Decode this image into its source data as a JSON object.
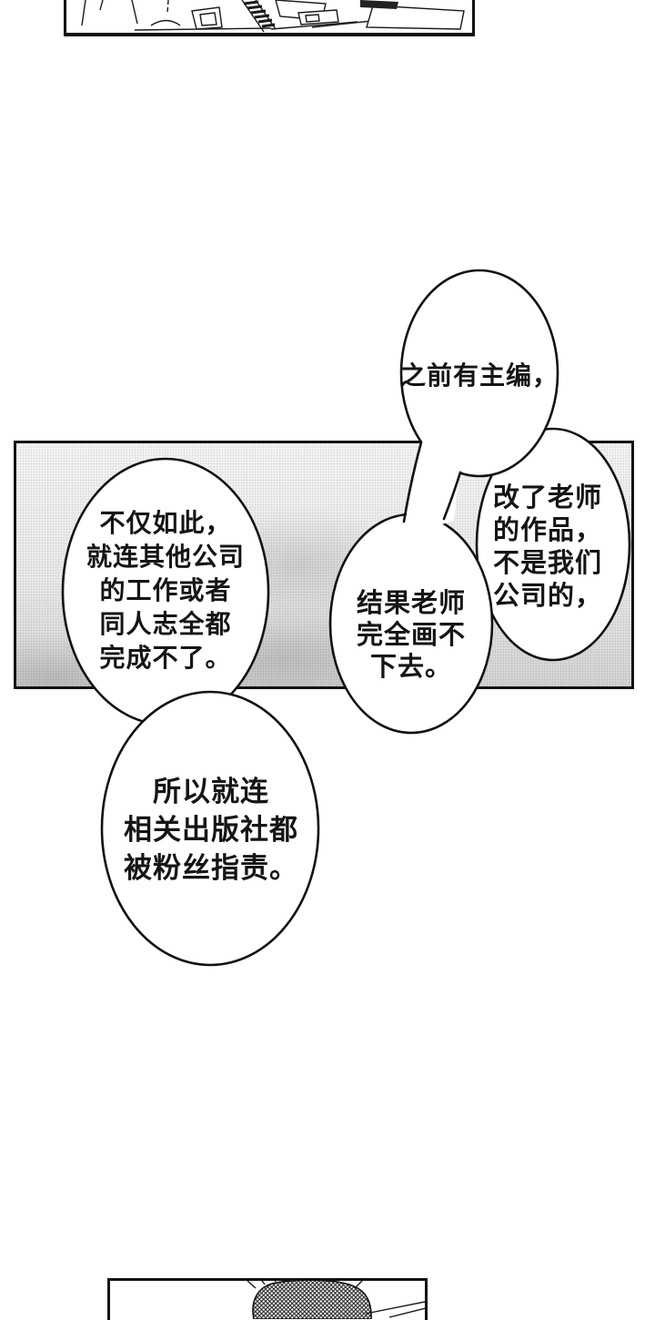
{
  "page": {
    "background_color": "#ffffff",
    "ink_color": "#151515",
    "panel_tone_color": "#e9e9e9"
  },
  "bubbles": {
    "b1": {
      "lines": [
        "之前有主编，"
      ]
    },
    "b2": {
      "lines": [
        "改了老师",
        "的作品，",
        "不是我们",
        "公司的，"
      ]
    },
    "b3": {
      "lines": [
        "结果老师",
        "完全画不",
        "下去。"
      ]
    },
    "b4": {
      "lines": [
        "不仅如此，",
        "就连其他公司",
        "的工作或者",
        "同人志全都",
        "完成不了。"
      ]
    },
    "b5": {
      "lines": [
        "所以就连",
        "相关出版社都",
        "被粉丝指责。"
      ]
    }
  }
}
